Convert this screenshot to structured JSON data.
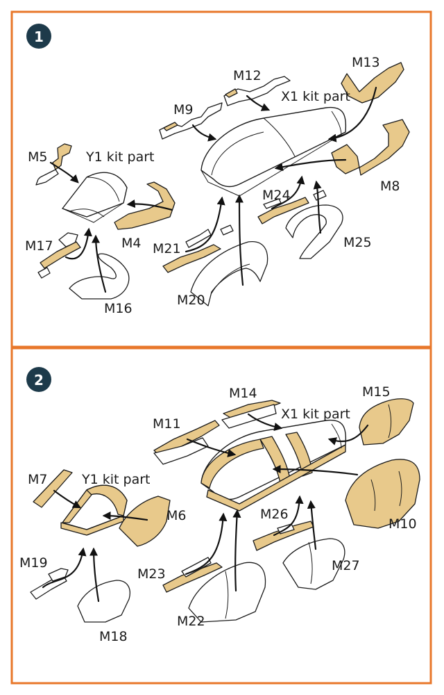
{
  "colors": {
    "frame": "#e8772a",
    "badge": "#1d3a4a",
    "mask_fill": "#e8c98b",
    "outline": "#1a1a1a"
  },
  "steps": [
    {
      "number": "1",
      "labels": {
        "m5": "M5",
        "y1": "Y1 kit part",
        "m9": "M9",
        "m12": "M12",
        "x1": "X1 kit part",
        "m13": "M13",
        "m8": "M8",
        "m24": "M24",
        "m17": "M17",
        "m4": "M4",
        "m21": "M21",
        "m25": "M25",
        "m16": "M16",
        "m20": "M20"
      }
    },
    {
      "number": "2",
      "labels": {
        "m14": "M14",
        "m15": "M15",
        "m11": "M11",
        "x1": "X1 kit part",
        "m7": "M7",
        "y1": "Y1 kit part",
        "m6": "M6",
        "m26": "M26",
        "m10": "M10",
        "m19": "M19",
        "m23": "M23",
        "m27": "M27",
        "m22": "M22",
        "m18": "M18"
      }
    }
  ]
}
